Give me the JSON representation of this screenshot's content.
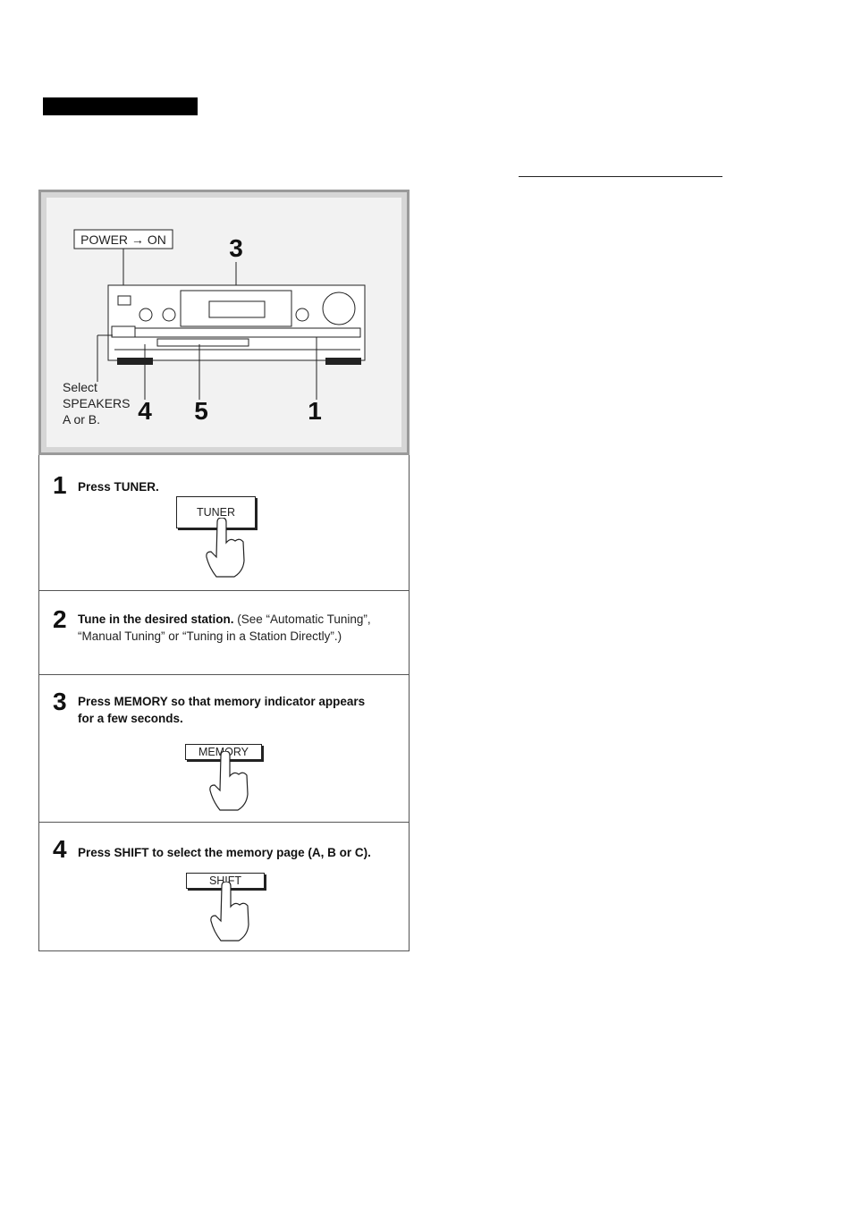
{
  "figure": {
    "power_label": "POWER → ON",
    "callout_3": "3",
    "callout_4": "4",
    "callout_5": "5",
    "callout_1": "1",
    "speakers_line1": "Select",
    "speakers_line2": "SPEAKERS",
    "speakers_line3": "A or B."
  },
  "steps": [
    {
      "number": "1",
      "bold": "Press TUNER.",
      "rest": "",
      "button": "TUNER"
    },
    {
      "number": "2",
      "bold": "Tune in the desired station.",
      "rest": " (See “Automatic Tuning”, “Manual Tuning” or “Tuning in a Station Directly”.)",
      "button": ""
    },
    {
      "number": "3",
      "bold": "Press MEMORY so that memory indicator appears for a few seconds.",
      "rest": "",
      "button": "MEMORY"
    },
    {
      "number": "4",
      "bold": "Press SHIFT to select the memory page (A, B or C).",
      "rest": "",
      "button": "SHIFT"
    }
  ]
}
